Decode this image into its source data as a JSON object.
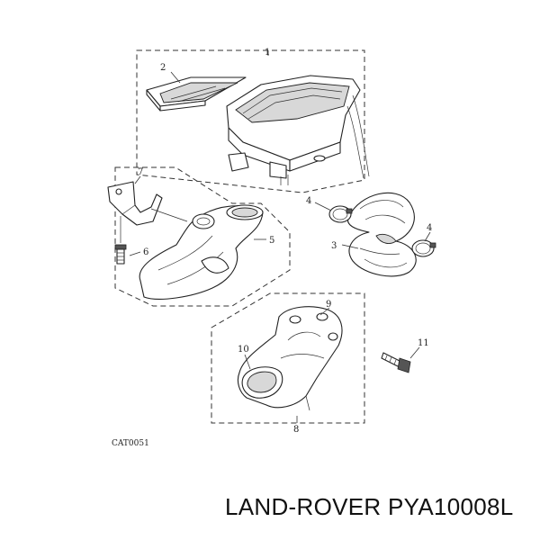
{
  "callouts": {
    "c1": "1",
    "c2": "2",
    "c3": "3",
    "c4a": "4",
    "c4b": "4",
    "c5": "5",
    "c6": "6",
    "c7": "7",
    "c8": "8",
    "c9": "9",
    "c10": "10",
    "c11": "11"
  },
  "catalog_code": "CAT0051",
  "part_title": "LAND-ROVER PYA10008L",
  "colors": {
    "line": "#222222",
    "background": "#ffffff"
  }
}
